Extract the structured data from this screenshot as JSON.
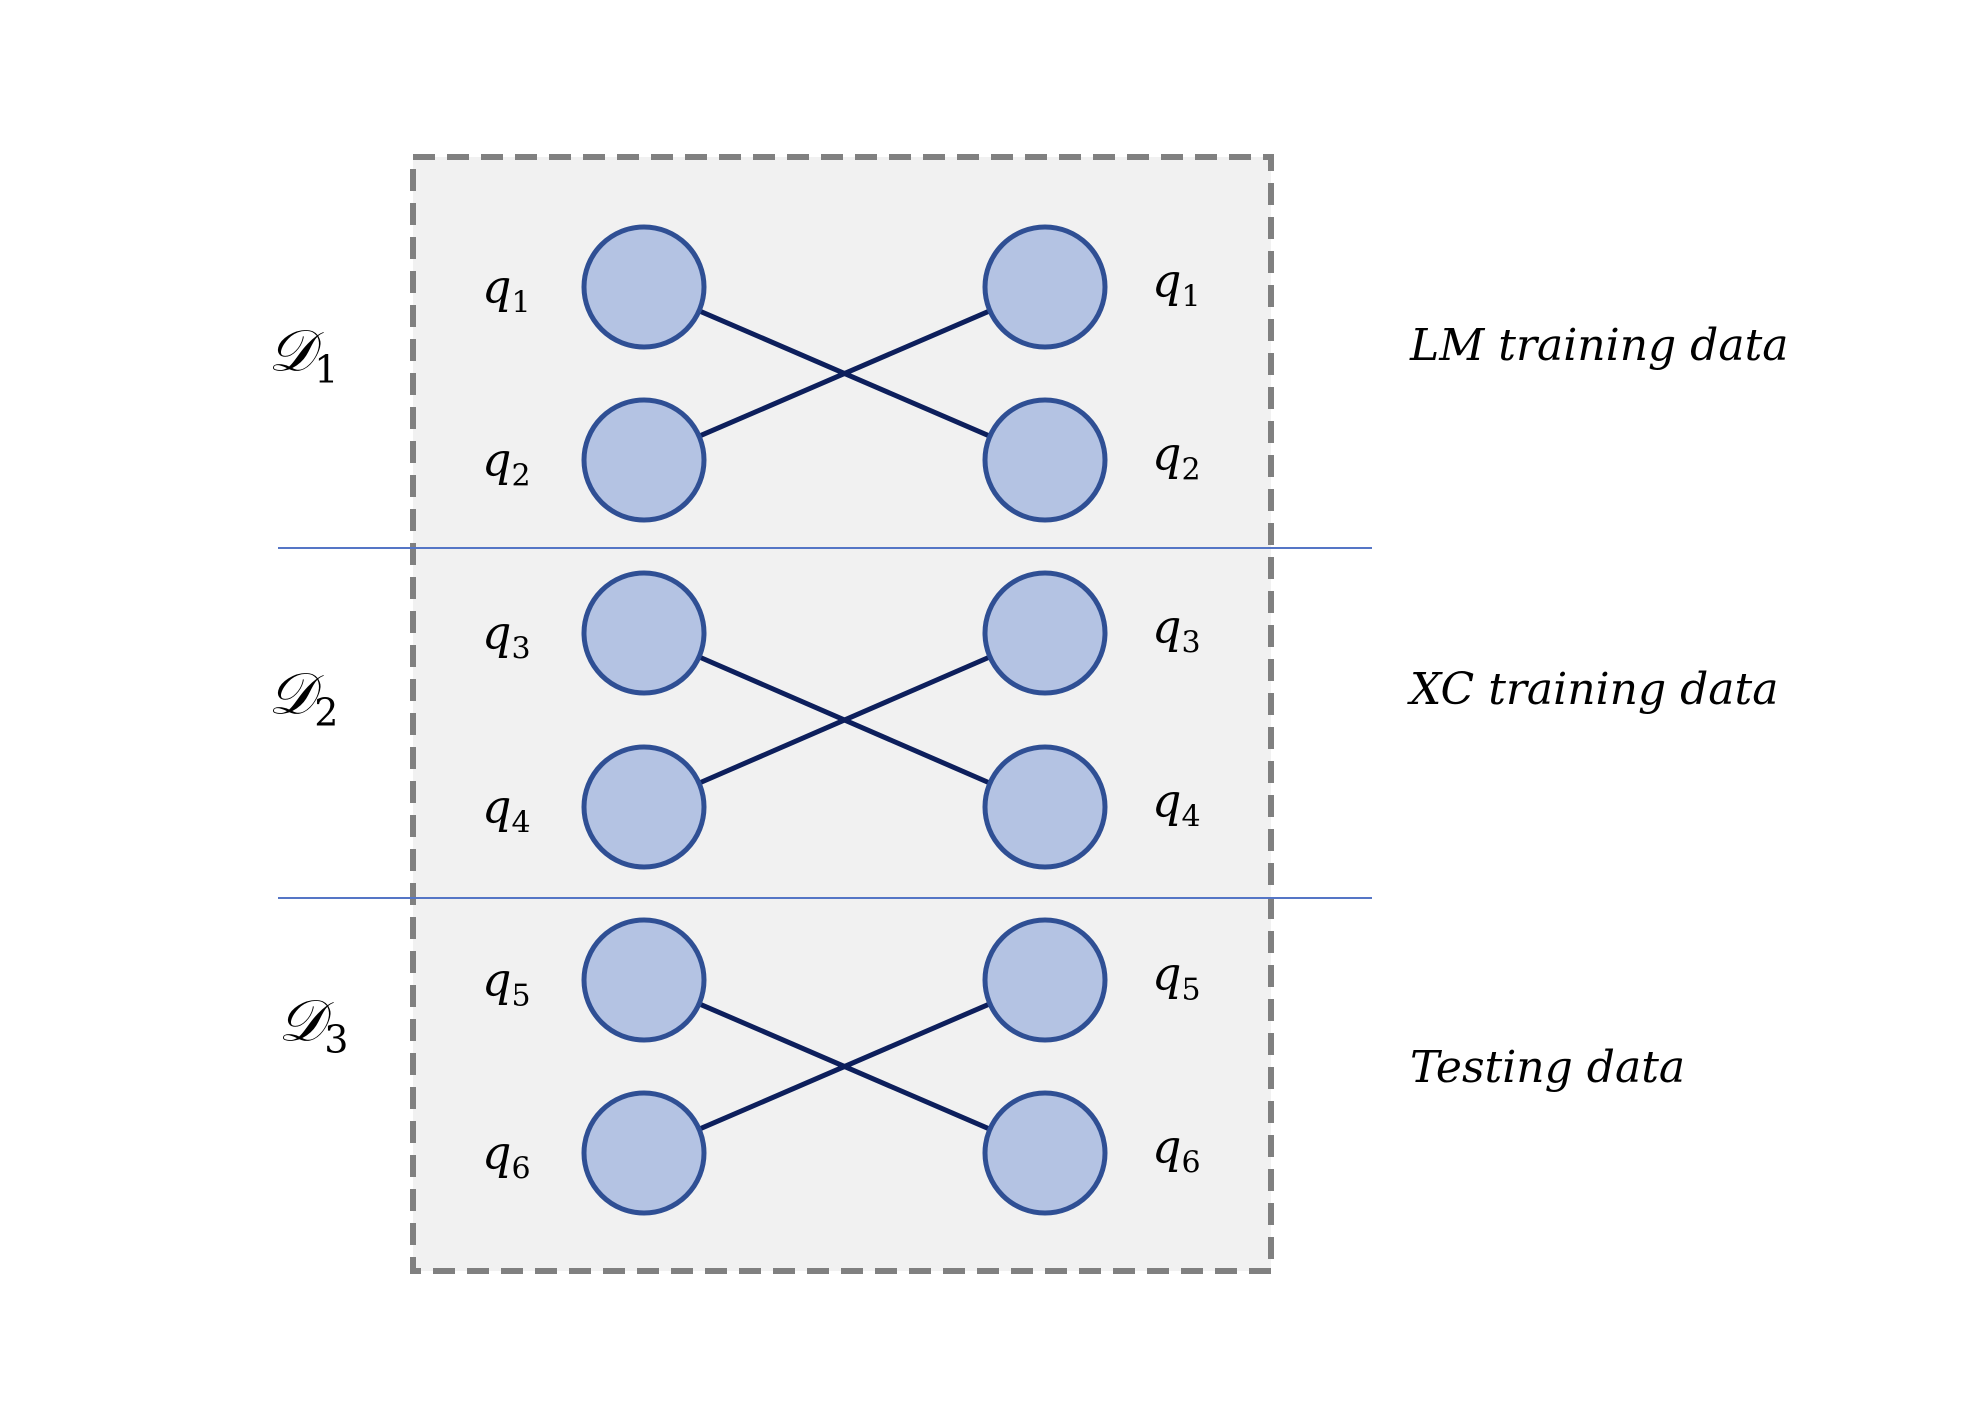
{
  "diagram": {
    "groups": [
      {
        "set_symbol": "𝒟",
        "set_index": "1",
        "caption": "LM training data",
        "pairs": [
          {
            "symbol": "q",
            "index": "1"
          },
          {
            "symbol": "q",
            "index": "2"
          }
        ]
      },
      {
        "set_symbol": "𝒟",
        "set_index": "2",
        "caption": "XC training data",
        "pairs": [
          {
            "symbol": "q",
            "index": "3"
          },
          {
            "symbol": "q",
            "index": "4"
          }
        ]
      },
      {
        "set_symbol": "𝒟",
        "set_index": "3",
        "caption": "Testing data",
        "pairs": [
          {
            "symbol": "q",
            "index": "5"
          },
          {
            "symbol": "q",
            "index": "6"
          }
        ]
      }
    ],
    "colors": {
      "node_fill": "#b4c3e3",
      "node_stroke": "#2f4f94",
      "edge": "#0d1f5c",
      "separator": "#5576c6",
      "frame_fill": "#f1f1f1",
      "frame_stroke": "#808080"
    }
  }
}
